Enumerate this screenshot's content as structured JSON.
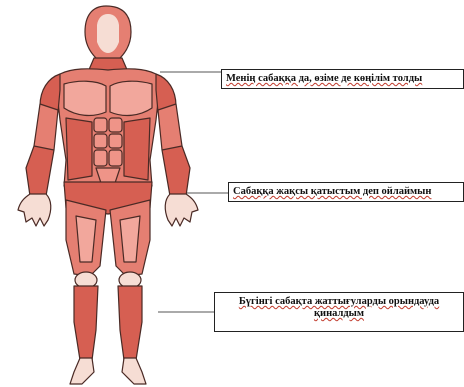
{
  "colors": {
    "muscle": "#e57f72",
    "muscle_dark": "#c24a3f",
    "muscle_light": "#f2a79c",
    "skin": "#f6ddd4",
    "outline": "#4a2a25",
    "line": "#555555"
  },
  "callouts": [
    {
      "text": "Менің сабаққа да, өзіме де көңілім толды"
    },
    {
      "text": "Сабаққа жақсы қатыстым деп ойлаймын"
    },
    {
      "text": "Бүгінгі сабақта жаттығуларды орындауда қиналдым"
    }
  ]
}
